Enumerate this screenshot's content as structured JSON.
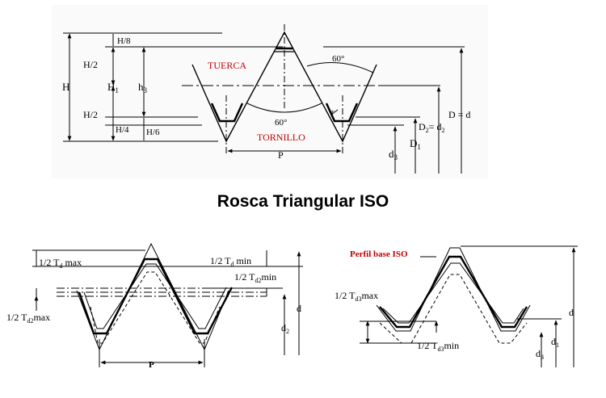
{
  "title": "Rosca Triangular ISO",
  "top": {
    "nut_label": "TUERCA",
    "screw_label": "TORNILLO",
    "angle_top": "60°",
    "angle_mid": "60°",
    "pitch": "P",
    "h8": "H/8",
    "h2_upper": "H/2",
    "h_total": "H",
    "h1": "H",
    "h1_sub": "1",
    "h2_lower": "H/2",
    "h3": "h",
    "h3_sub": "3",
    "h4": "H/4",
    "h6": "H/6",
    "r": "r",
    "d3": "d",
    "d3_sub": "3",
    "D1": "D",
    "D1_sub": "1",
    "D2": "D",
    "D2_sub": "2",
    "eq": "= d",
    "d2_sub": "2",
    "D_eq_d": "D = d"
  },
  "bottom_left": {
    "td_max_pre": "1/2 T",
    "td_max_sub": "d",
    "td_max_post": " max",
    "td_min_pre": "1/2 T",
    "td_min_sub": "d",
    "td_min_post": " min",
    "td2_min_pre": "1/2 T",
    "td2_min_sub": "d2",
    "td2_min_post": "min",
    "td2_max_pre": "1/2 T",
    "td2_max_sub": "d2",
    "td2_max_post": "max",
    "d": "d",
    "d2": "d",
    "d2_sub": "2",
    "pitch": "P"
  },
  "bottom_right": {
    "profile_label": "Perfil base ISO",
    "td3_max_pre": "1/2 T",
    "td3_max_sub": "d3",
    "td3_max_post": "max",
    "td3_min_pre": "1/2 T",
    "td3_min_sub": "d3",
    "td3_min_post": "min",
    "d": "d",
    "d1": "d",
    "d1_sub": "1",
    "d3": "d",
    "d3_sub": "3"
  },
  "colors": {
    "label_red": "#c00000",
    "line": "#000000"
  }
}
